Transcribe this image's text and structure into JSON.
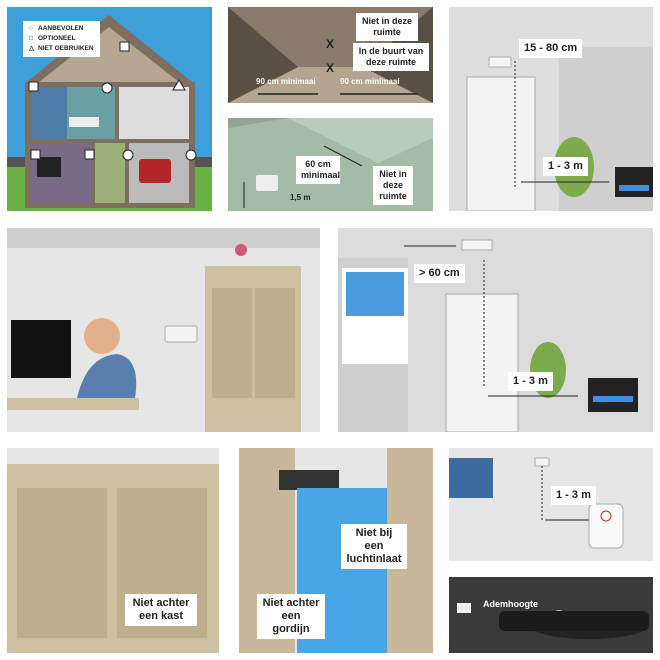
{
  "colors": {
    "sky": "#3f9fd8",
    "grass": "#6bb045",
    "wall": "#d9d9d9",
    "wood": "#cdbf9f",
    "dark": "#5a4f45"
  },
  "legend": {
    "recommended": "AANBEVOLEN",
    "optional": "OPTIONEEL",
    "not_use": "NIET GEBRUIKEN"
  },
  "ceiling": {
    "not_here": "Niet in deze ruimte",
    "near_not": "In de buurt van deze ruimte",
    "min_left": "90 cm minimaal",
    "min_right": "90 cm minimaal",
    "x_mark": "X"
  },
  "corner": {
    "min_dist": "60 cm minimaal",
    "not_room": "Niet in deze ruimte",
    "height": "1,5 m"
  },
  "door_wall": {
    "height": "15 - 80 cm",
    "dist": "1 - 3 m"
  },
  "ceiling_room": {
    "dist_wall": "> 60 cm",
    "dist": "1 - 3 m"
  },
  "closet": {
    "not_cabinet": "Niet achter een kast",
    "not_curtain": "Niet achter een gordijn",
    "not_vent": "Niet bij een luchtinlaat"
  },
  "bathroom": {
    "dist": "1 - 3 m"
  },
  "bedroom": {
    "breath": "Ademhoogte"
  }
}
